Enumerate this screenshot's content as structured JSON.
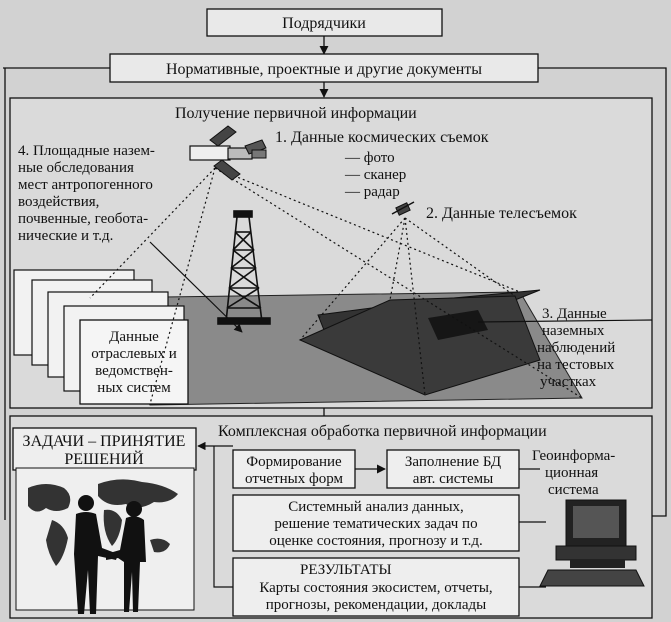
{
  "top": {
    "contractors": "Подрядчики",
    "documents": "Нормативные, проектные и другие документы"
  },
  "primary": {
    "title": "Получение первичной информации",
    "space_title": "1. Данные космических съемок",
    "space_items": [
      "— фото",
      "— сканер",
      "— радар"
    ],
    "tele": "2. Данные телесъемок",
    "ground_surveys": [
      "4. Площадные назем-",
      "ные обследования",
      "мест антропогенного",
      "воздействия,",
      "почвенные, геобота-",
      "нические и т.д."
    ],
    "test_sites": [
      "3. Данные",
      "наземных",
      "наблюдений",
      "на тестовых",
      "участках"
    ],
    "agency_data": [
      "Данные",
      "отраслевых и",
      "ведомствен-",
      "ных систем"
    ]
  },
  "processing": {
    "title": "Комплексная обработка первичной информации",
    "tasks": [
      "ЗАДАЧИ – ПРИНЯТИЕ",
      "РЕШЕНИЙ"
    ],
    "forms": [
      "Формирование",
      "отчетных форм"
    ],
    "db": [
      "Заполнение БД",
      "авт. системы"
    ],
    "gis": [
      "Геоинформа-",
      "ционная",
      "система"
    ],
    "analysis": [
      "Системный анализ данных,",
      "решение тематических задач по",
      "оценке состояния, прогнозу и т.д."
    ],
    "results_title": "РЕЗУЛЬТАТЫ",
    "results": [
      "Карты состояния экосистем, отчеты,",
      "прогнозы, рекомендации, доклады"
    ]
  },
  "icons": [
    "satellite-icon",
    "small-satellite-icon",
    "oil-derrick-icon",
    "computer-icon",
    "world-map-icon",
    "handshake-people-icon"
  ]
}
